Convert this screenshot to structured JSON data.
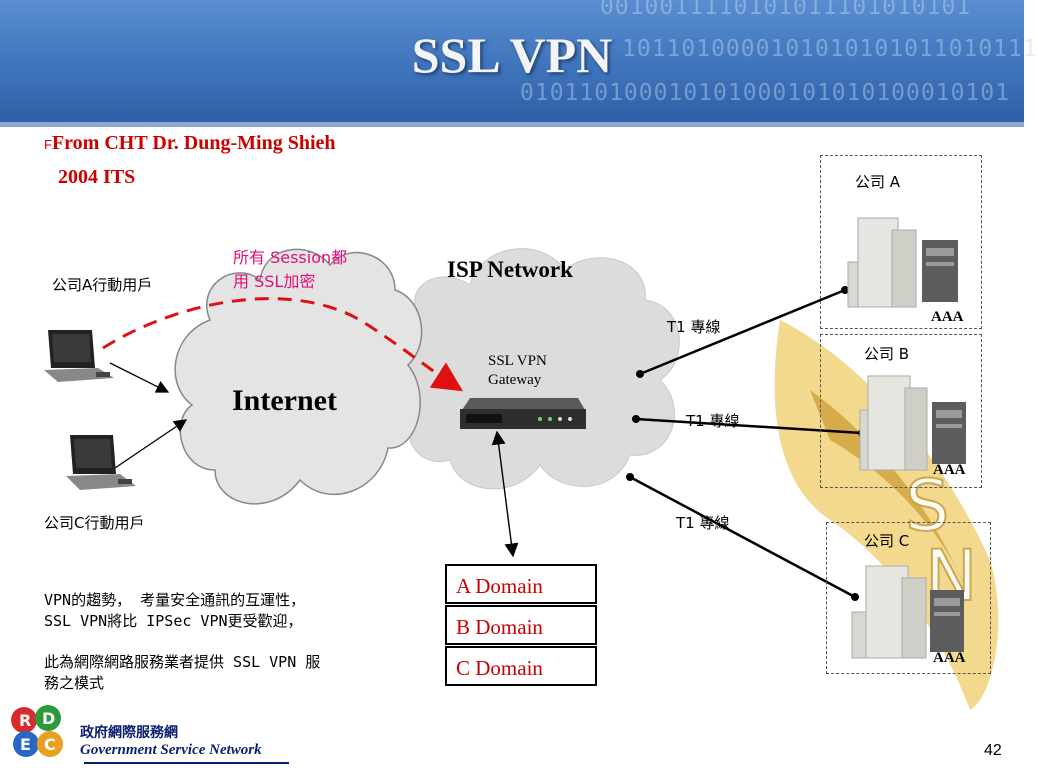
{
  "header": {
    "title": "SSL VPN",
    "binary_lines": [
      "0010011110101011101010101",
      "1011010000101010101011010111",
      "010110100010101000101010100010101"
    ]
  },
  "credit": {
    "marker": "F",
    "line1": "From CHT Dr. Dung-Ming Shieh",
    "line2": "2004 ITS"
  },
  "callout": {
    "line1": "所有 Session都",
    "line2": "用  SSL加密"
  },
  "labels": {
    "user_a": "公司A行動用戶",
    "user_c": "公司C行動用戶",
    "internet": "Internet",
    "isp_network": "ISP Network",
    "gateway_line1": "SSL VPN",
    "gateway_line2": "Gateway",
    "t1_a": "T1 專線",
    "t1_b": "T1 專線",
    "t1_c": "T1 專線"
  },
  "companies": [
    {
      "name": "公司 A",
      "aaa": "AAA"
    },
    {
      "name": "公司 B",
      "aaa": "AAA"
    },
    {
      "name": "公司 C",
      "aaa": "AAA"
    }
  ],
  "domains": [
    "A Domain",
    "B Domain",
    "C Domain"
  ],
  "notes": {
    "line1": "VPN的趨勢，  考量安全通訊的互運性，",
    "line2": "SSL VPN將比 IPSec VPN更受歡迎，",
    "line3": "此為網際網路服務業者提供 SSL VPN 服",
    "line4": "務之模式"
  },
  "footer": {
    "logo_letters": [
      "R",
      "D",
      "E",
      "C"
    ],
    "org_zh": "政府網際服務網",
    "org_en": "Government Service Network",
    "page_number": "42"
  },
  "colors": {
    "header_blue": "#3f74bc",
    "accent_red": "#cc0000",
    "watermark_gold": "#e8c060",
    "footer_navy": "#0b1f70"
  }
}
